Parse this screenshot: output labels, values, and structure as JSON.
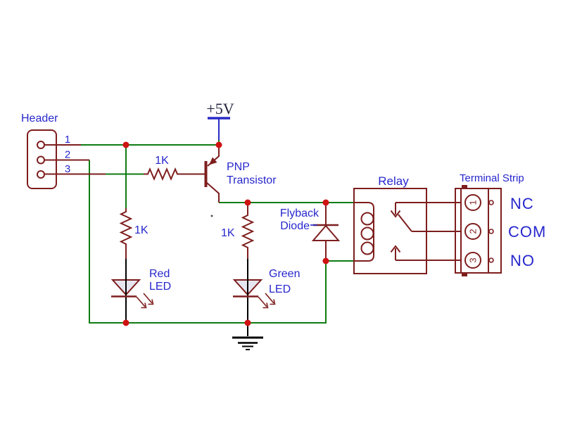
{
  "colors": {
    "background": "#ffffff",
    "wire_green": "#0e7c12",
    "symbol_maroon": "#7e1e1e",
    "junction_red": "#cf1212",
    "label_blue": "#2727cd",
    "power_blue": "#2a2ac8",
    "supply_text": "#23233f",
    "led_fill": "#e6e6f0",
    "black": "#000000"
  },
  "labels": {
    "header": "Header",
    "pin1": "1",
    "pin2": "2",
    "pin3": "3",
    "supply": "+5V",
    "resistor_base": "1K",
    "resistor_red": "1K",
    "resistor_green": "1K",
    "transistor_name": "PNP",
    "transistor_type": "Transistor",
    "red_led_name": "Red",
    "red_led_type": "LED",
    "green_led_name": "Green",
    "green_led_type": "LED",
    "flyback_name": "Flyback",
    "flyback_type": "Diode",
    "relay": "Relay",
    "terminal_strip": "Terminal Strip",
    "terminal1": "1",
    "terminal2": "2",
    "terminal3": "3",
    "nc": "NC",
    "com": "COM",
    "no": "NO"
  }
}
